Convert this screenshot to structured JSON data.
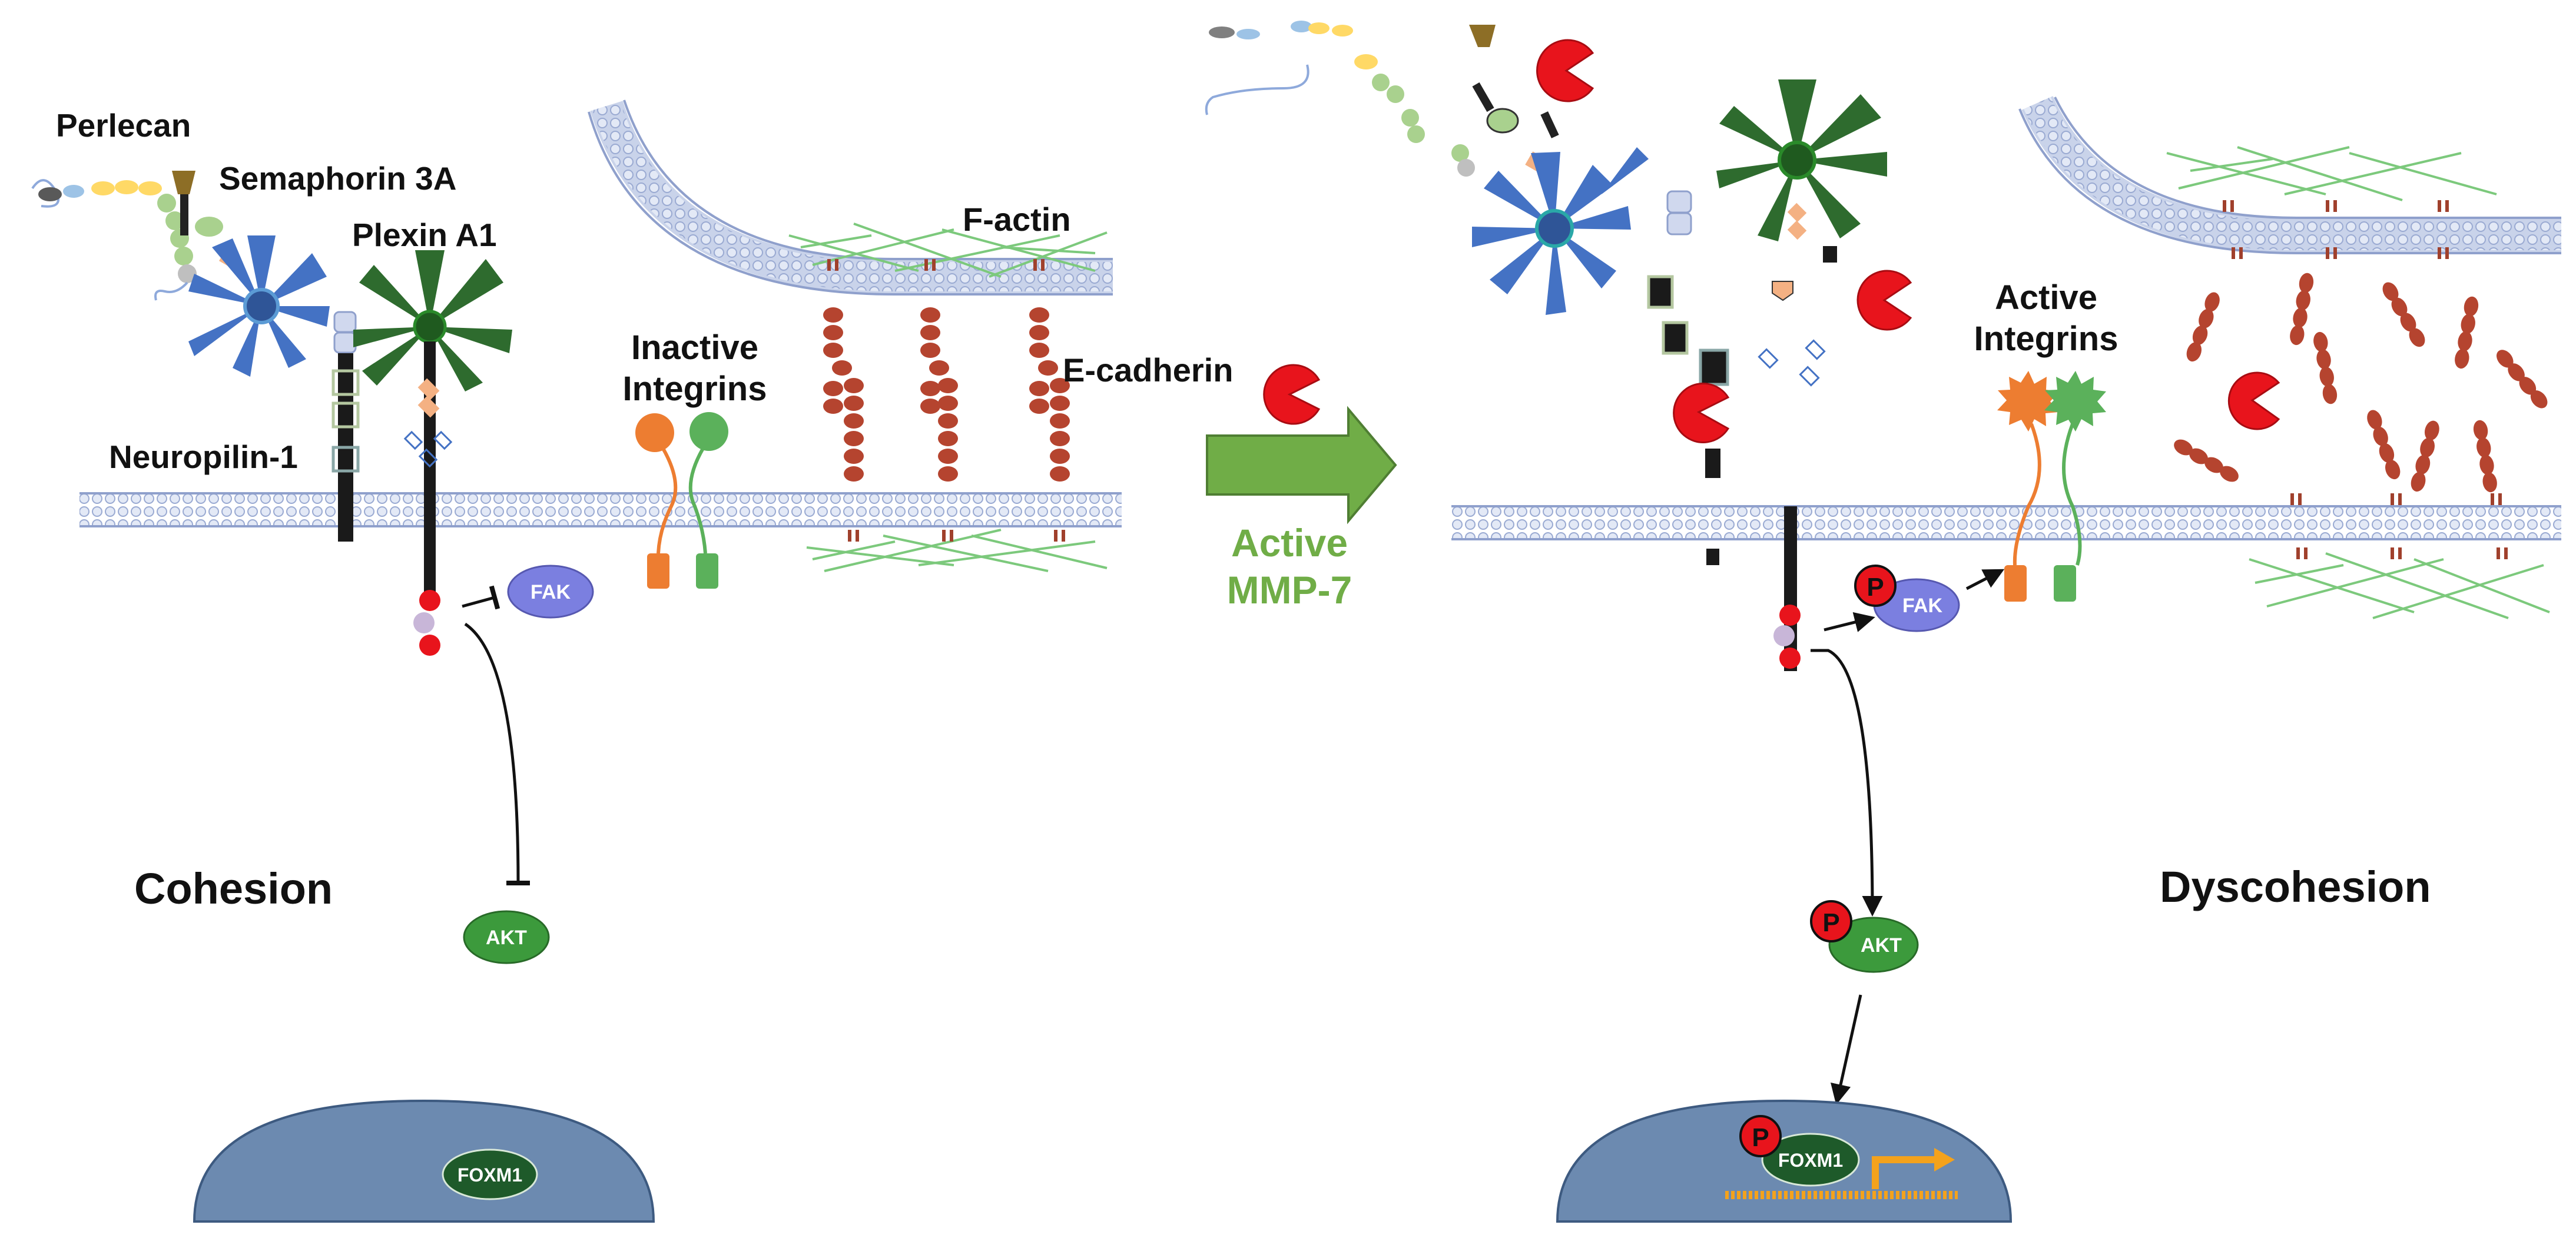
{
  "labels": {
    "perlecan": "Perlecan",
    "semaphorin": "Semaphorin 3A",
    "plexin": "Plexin A1",
    "neuropilin": "Neuropilin-1",
    "inactive_integrins_1": "Inactive",
    "inactive_integrins_2": "Integrins",
    "f_actin": "F-actin",
    "e_cadherin": "E-cadherin",
    "active_integrins_1": "Active",
    "active_integrins_2": "Integrins",
    "cohesion": "Cohesion",
    "dyscohesion": "Dyscohesion",
    "active_mmp_1": "Active",
    "active_mmp_2": "MMP-7"
  },
  "molecules": {
    "fak": "FAK",
    "akt": "AKT",
    "foxm1": "FOXM1",
    "phospho": "P"
  },
  "colors": {
    "membrane": "#c9d3ea",
    "membrane_edge": "#8fa0cc",
    "nucleus": "#6c8ab0",
    "sema_blue": "#4472c4",
    "plexin_green": "#2e6b2e",
    "cadherin": "#b5442f",
    "actin": "#7cc97c",
    "fak": "#7b7fe0",
    "akt": "#3c9a3c",
    "foxm1": "#1e5a2a",
    "mmp_red": "#e8141c",
    "arrow_green": "#70ad47",
    "integrin_orange": "#ed7d31",
    "integrin_green": "#5bb15b"
  }
}
